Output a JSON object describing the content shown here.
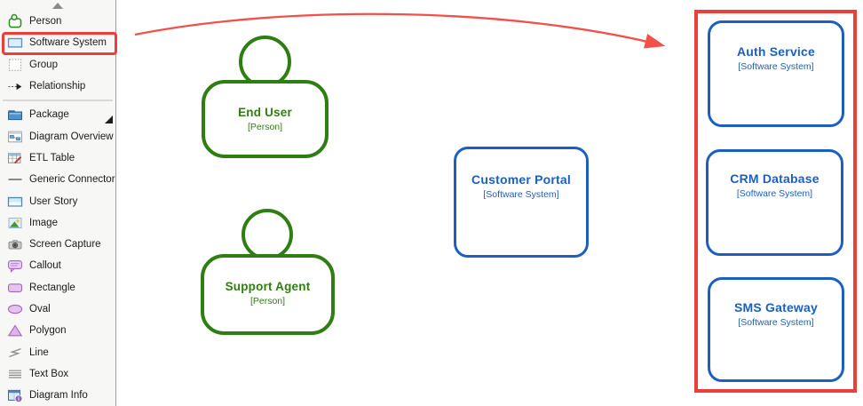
{
  "sidebar": {
    "items": [
      {
        "label": "Person",
        "icon": "person-icon"
      },
      {
        "label": "Software System",
        "icon": "software-system-icon",
        "highlighted": true
      },
      {
        "label": "Group",
        "icon": "group-icon"
      },
      {
        "label": "Relationship",
        "icon": "relationship-icon"
      },
      {
        "label": "Package",
        "icon": "package-icon",
        "has_submenu": true
      },
      {
        "label": "Diagram Overview",
        "icon": "diagram-overview-icon"
      },
      {
        "label": "ETL Table",
        "icon": "etl-table-icon"
      },
      {
        "label": "Generic Connector",
        "icon": "generic-connector-icon"
      },
      {
        "label": "User Story",
        "icon": "user-story-icon"
      },
      {
        "label": "Image",
        "icon": "image-icon"
      },
      {
        "label": "Screen Capture",
        "icon": "screen-capture-icon"
      },
      {
        "label": "Callout",
        "icon": "callout-icon"
      },
      {
        "label": "Rectangle",
        "icon": "rectangle-icon"
      },
      {
        "label": "Oval",
        "icon": "oval-icon"
      },
      {
        "label": "Polygon",
        "icon": "polygon-icon"
      },
      {
        "label": "Line",
        "icon": "line-icon"
      },
      {
        "label": "Text Box",
        "icon": "text-box-icon"
      },
      {
        "label": "Diagram Info",
        "icon": "diagram-info-icon"
      }
    ]
  },
  "canvas": {
    "persons": [
      {
        "name": "End User",
        "type_label": "[Person]"
      },
      {
        "name": "Support Agent",
        "type_label": "[Person]"
      }
    ],
    "systems": [
      {
        "name": "Customer Portal",
        "type_label": "[Software System]"
      },
      {
        "name": "Auth Service",
        "type_label": "[Software System]"
      },
      {
        "name": "CRM Database",
        "type_label": "[Software System]"
      },
      {
        "name": "SMS Gateway",
        "type_label": "[Software System]"
      }
    ]
  },
  "colors": {
    "person_green": "#2f7e11",
    "system_blue": "#1d5fc0",
    "annotation_red": "#ed3e3a"
  }
}
